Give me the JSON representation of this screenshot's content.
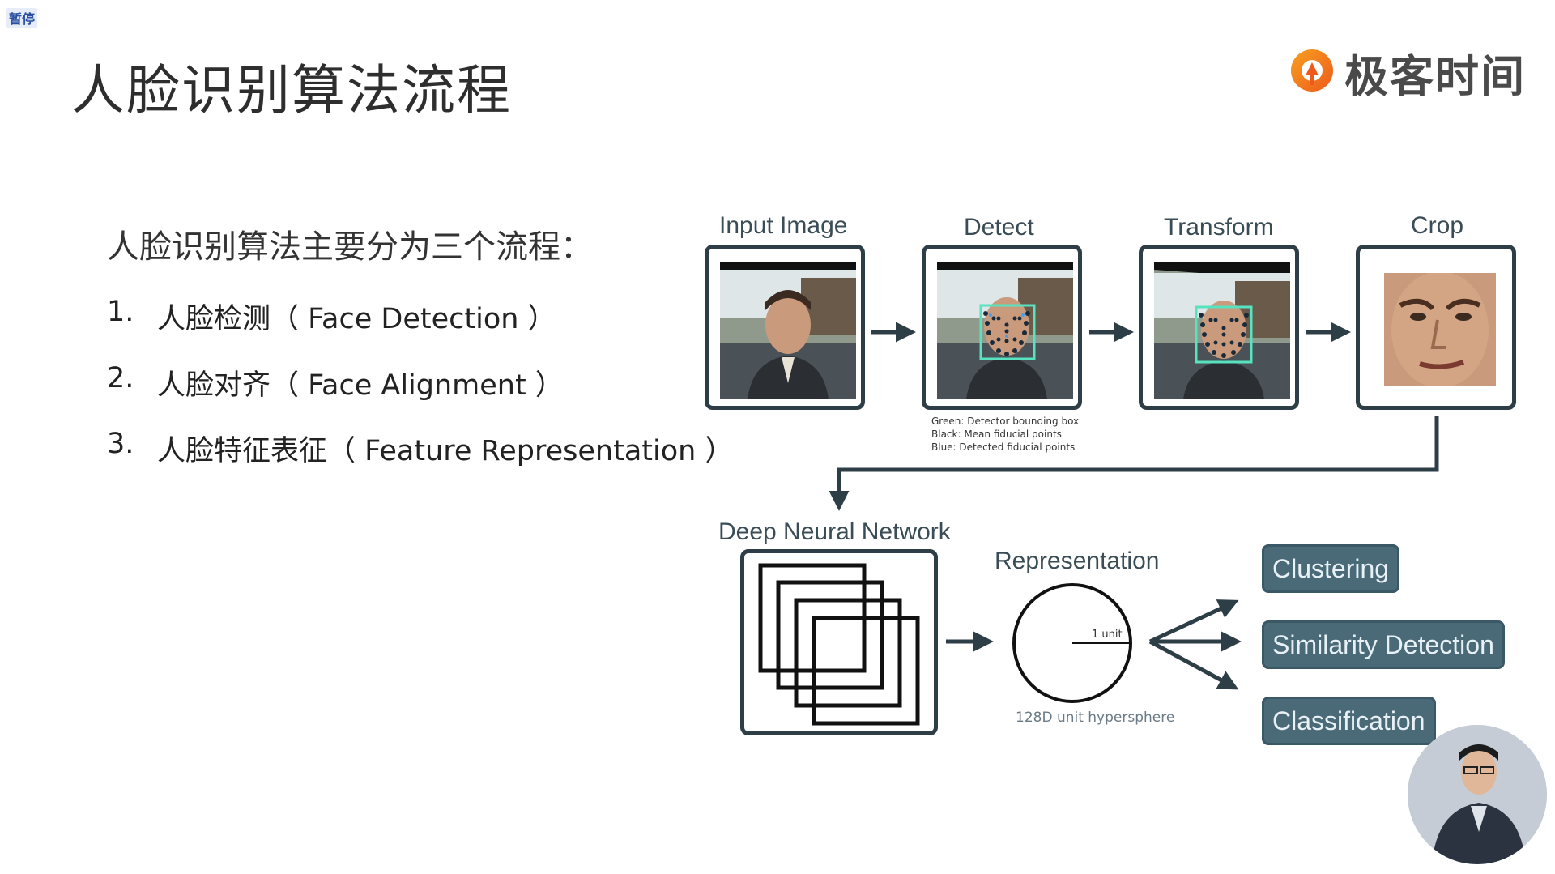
{
  "pause_badge": "暂停",
  "slide": {
    "title": "人脸识别算法流程",
    "logo_text": "极客时间",
    "intro": "人脸识别算法主要分为三个流程：",
    "items": [
      {
        "num": "1.",
        "text": "人脸检测（ Face Detection ）"
      },
      {
        "num": "2.",
        "text": "人脸对齐（ Face Alignment ）"
      },
      {
        "num": "3.",
        "text": "人脸特征表征（ Feature Representation ）"
      }
    ]
  },
  "diagram": {
    "stages": [
      "Input Image",
      "Detect",
      "Transform",
      "Crop"
    ],
    "legend": [
      "Green: Detector bounding box",
      "Black: Mean fiducial points",
      "Blue: Detected fiducial points"
    ],
    "dnn_label": "Deep Neural Network",
    "representation_label": "Representation",
    "unit_label": "1 unit",
    "hypersphere_label": "128D unit hypersphere",
    "outputs": [
      "Clustering",
      "Similarity Detection",
      "Classification"
    ],
    "colors": {
      "stroke": "#2d3e47",
      "box_fill": "#4a6a78",
      "detect_box": "#57e3c0",
      "landmarks": "#1a2a3a"
    }
  }
}
